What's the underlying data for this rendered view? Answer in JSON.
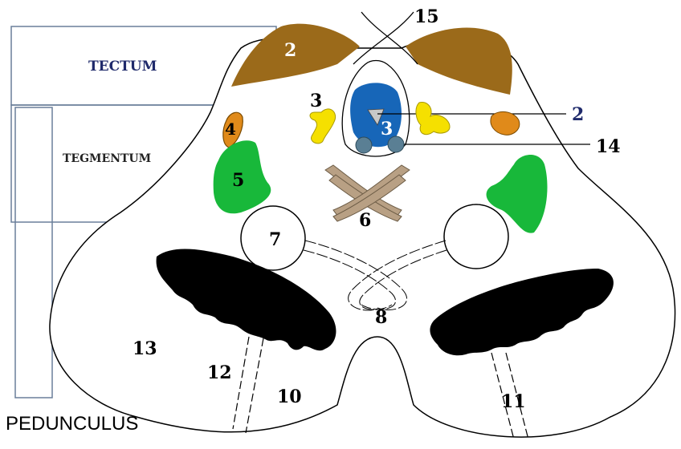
{
  "regions": {
    "tectum": "TECTUM",
    "tegmentum": "TEGMENTUM",
    "pedunculus": "PEDUNCULUS"
  },
  "labels": {
    "l15": "15",
    "l2_tectum": "2",
    "l2_pointer": "2",
    "l3_left": "3",
    "l3_center": "3",
    "l4": "4",
    "l5": "5",
    "l6": "6",
    "l7": "7",
    "l8": "8",
    "l10": "10",
    "l11": "11",
    "l12": "12",
    "l13": "13",
    "l14": "14"
  },
  "colors": {
    "tectum_brown": "#9b6a1a",
    "aqueduct_blue": "#1766b8",
    "nucleus_yellow": "#f5e000",
    "orange": "#e08a1a",
    "green": "#18b83a",
    "tan": "#b8a084",
    "black": "#000000",
    "region_text": "#1f2a6b",
    "pointer_text": "#1f2a6b"
  }
}
